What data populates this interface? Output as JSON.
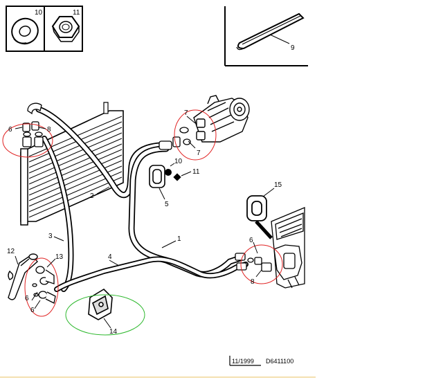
{
  "diagram": {
    "callouts": {
      "c10_box": "10",
      "c11_box": "11",
      "c9": "9",
      "c6_left": "6",
      "c8_left": "8",
      "c7_top": "7",
      "c7_mid": "7",
      "c10_mid": "10",
      "c11_mid": "11",
      "c5": "5",
      "c2": "2",
      "c3": "3",
      "c1": "1",
      "c4": "4",
      "c15": "15",
      "c6_right": "6",
      "c8_right": "8",
      "c12": "12",
      "c13": "13",
      "c6_low_a": "6",
      "c6_low_b": "6",
      "c14": "14"
    },
    "footer": {
      "date": "11/1999",
      "code": "D6411100"
    },
    "colors": {
      "line": "#000000",
      "highlight_red": "#e02020",
      "highlight_green": "#2db82d",
      "footer_rule": "#e8c060"
    }
  }
}
